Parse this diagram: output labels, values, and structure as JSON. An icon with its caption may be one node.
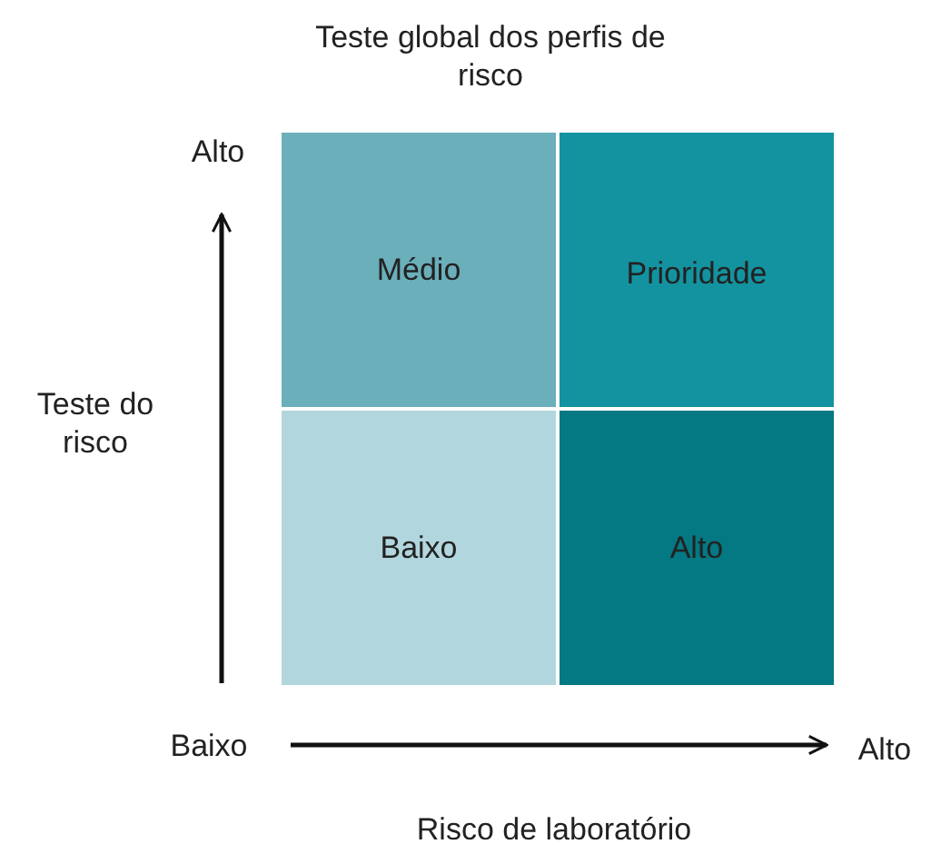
{
  "diagram": {
    "title": "Teste global dos perfis de risco",
    "nodes": [
      {
        "text": [
          "Médio"
        ]
      },
      {
        "text": [
          "Prioridade"
        ]
      },
      {
        "text": [
          "Baixo"
        ]
      },
      {
        "text": [
          "Alto"
        ]
      }
    ],
    "labels": [
      "Alto",
      "Teste do risco",
      "Baixo",
      "Alto",
      "Risco de laboratório"
    ]
  }
}
